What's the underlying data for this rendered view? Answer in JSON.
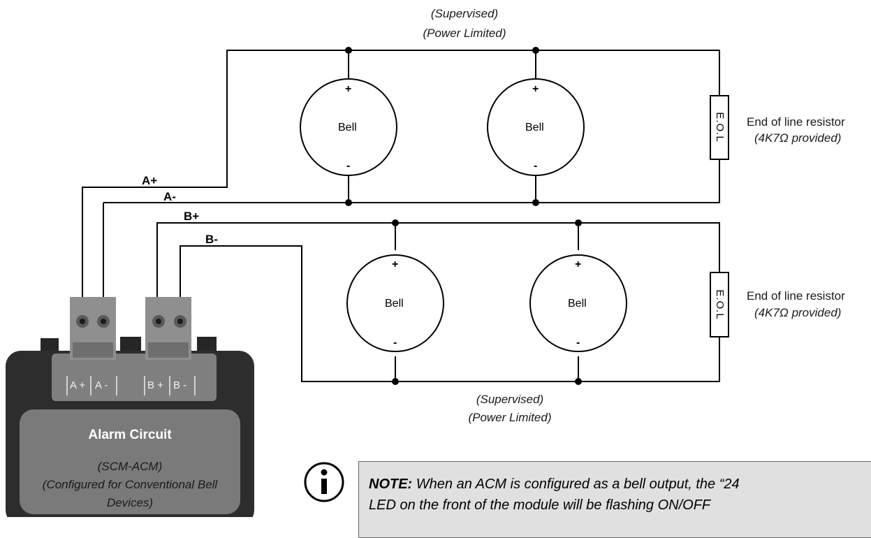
{
  "top_circuit": {
    "supervised_label": "(Supervised)",
    "power_limited_label": "(Power Limited)",
    "bells": [
      {
        "label": "Bell",
        "plus": "+",
        "minus": "-"
      },
      {
        "label": "Bell",
        "plus": "+",
        "minus": "-"
      }
    ],
    "eol_label": "E.O.L",
    "eol_note_line1": "End of line resistor",
    "eol_note_line2": "(4K7Ω provided)"
  },
  "bottom_circuit": {
    "supervised_label": "(Supervised)",
    "power_limited_label": "(Power Limited)",
    "bells": [
      {
        "label": "Bell",
        "plus": "+",
        "minus": "-"
      },
      {
        "label": "Bell",
        "plus": "+",
        "minus": "-"
      }
    ],
    "eol_label": "E.O.L",
    "eol_note_line1": "End of line resistor",
    "eol_note_line2": "(4K7Ω provided)"
  },
  "wires": {
    "a_plus": "A+",
    "a_minus": "A-",
    "b_plus": "B+",
    "b_minus": "B-"
  },
  "module": {
    "title": "Alarm Circuit",
    "terminal_a_plus": "A +",
    "terminal_a_minus": "A -",
    "terminal_b_plus": "B +",
    "terminal_b_minus": "B -",
    "caption_line1": "(SCM-ACM)",
    "caption_line2": "(Configured for Conventional Bell",
    "caption_line3": "Devices)"
  },
  "note": {
    "prefix": "NOTE:",
    "line1": " When an ACM is configured as a bell output, the “24",
    "line2": "LED on the front of the module will be flashing ON/OFF"
  },
  "colors": {
    "wire": "#000000",
    "device_body": "#2d2d2d",
    "terminal_block": "#8a8a8a",
    "note_background": "#e0e0e0"
  }
}
